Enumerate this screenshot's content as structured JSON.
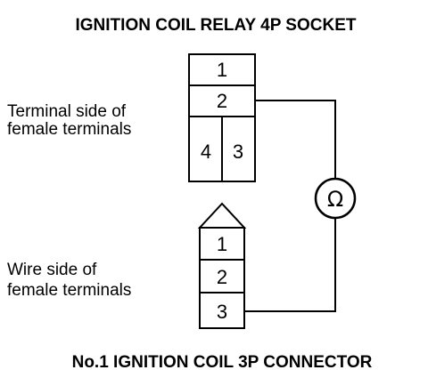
{
  "relay_socket": {
    "title": "IGNITION COIL RELAY 4P SOCKET",
    "side_label_line1": "Terminal side of",
    "side_label_line2": "female terminals",
    "terminals": [
      "1",
      "2",
      "4",
      "3"
    ]
  },
  "coil_connector": {
    "title": "No.1 IGNITION COIL 3P CONNECTOR",
    "side_label_line1": "Wire side of",
    "side_label_line2": "female terminals",
    "terminals": [
      "1",
      "2",
      "3"
    ]
  },
  "meter": {
    "symbol": "Ω",
    "icon": "ohmmeter-icon"
  }
}
